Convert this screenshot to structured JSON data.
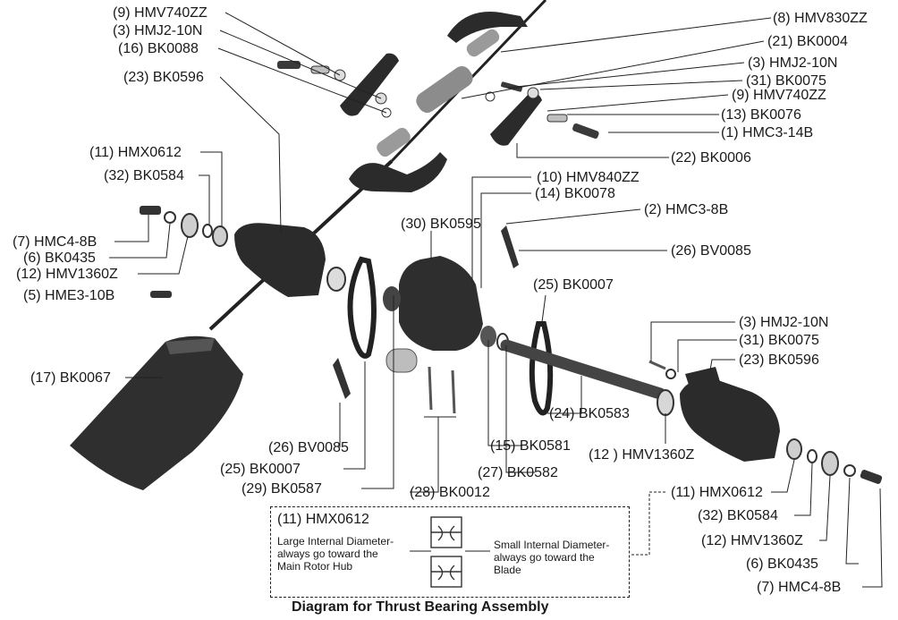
{
  "figure": {
    "caption": "Diagram for Thrust Bearing Assembly",
    "parts": [
      {
        "qty": "(9)",
        "code": "HMV740ZZ"
      },
      {
        "qty": "(3)",
        "code": "HMJ2-10N"
      },
      {
        "qty": "(16)",
        "code": "BK0088"
      },
      {
        "qty": "(23)",
        "code": "BK0596"
      },
      {
        "qty": "(11)",
        "code": "HMX0612"
      },
      {
        "qty": "(32)",
        "code": "BK0584"
      },
      {
        "qty": "(7)",
        "code": "HMC4-8B"
      },
      {
        "qty": "(6)",
        "code": "BK0435"
      },
      {
        "qty": "(12)",
        "code": "HMV1360Z"
      },
      {
        "qty": "(5)",
        "code": "HME3-10B"
      },
      {
        "qty": "(17)",
        "code": "BK0067"
      },
      {
        "qty": "(8)",
        "code": "HMV830ZZ"
      },
      {
        "qty": "(21)",
        "code": "BK0004"
      },
      {
        "qty": "(3)",
        "code": "HMJ2-10N"
      },
      {
        "qty": "(31)",
        "code": "BK0075"
      },
      {
        "qty": "(9)",
        "code": "HMV740ZZ"
      },
      {
        "qty": "(13)",
        "code": "BK0076"
      },
      {
        "qty": "(1)",
        "code": "HMC3-14B"
      },
      {
        "qty": "(22)",
        "code": "BK0006"
      },
      {
        "qty": "(10)",
        "code": "HMV840ZZ"
      },
      {
        "qty": "(14)",
        "code": "BK0078"
      },
      {
        "qty": "(2)",
        "code": "HMC3-8B"
      },
      {
        "qty": "(30)",
        "code": "BK0595"
      },
      {
        "qty": "(26)",
        "code": "BV0085"
      },
      {
        "qty": "(25)",
        "code": "BK0007"
      },
      {
        "qty": "(3)",
        "code": "HMJ2-10N"
      },
      {
        "qty": "(31)",
        "code": "BK0075"
      },
      {
        "qty": "(23)",
        "code": "BK0596"
      },
      {
        "qty": "(24)",
        "code": "BK0583"
      },
      {
        "qty": "(12 )",
        "code": "HMV1360Z"
      },
      {
        "qty": "(15)",
        "code": "BK0581"
      },
      {
        "qty": "(27)",
        "code": "BK0582"
      },
      {
        "qty": "(26)",
        "code": "BV0085"
      },
      {
        "qty": "(25)",
        "code": "BK0007"
      },
      {
        "qty": "(29)",
        "code": "BK0587"
      },
      {
        "qty": "(28)",
        "code": "BK0012"
      },
      {
        "qty": "(11)",
        "code": "HMX0612"
      },
      {
        "qty": "(32)",
        "code": "BK0584"
      },
      {
        "qty": "(12)",
        "code": "HMV1360Z"
      },
      {
        "qty": "(6)",
        "code": "BK0435"
      },
      {
        "qty": "(7)",
        "code": "HMC4-8B"
      }
    ],
    "inset": {
      "title": "(11) HMX0612",
      "left_note": [
        "Large Internal Diameter-",
        "always go toward the",
        "Main Rotor Hub"
      ],
      "right_note": [
        "Small Internal Diameter-",
        "always go toward the",
        "Blade"
      ]
    }
  }
}
